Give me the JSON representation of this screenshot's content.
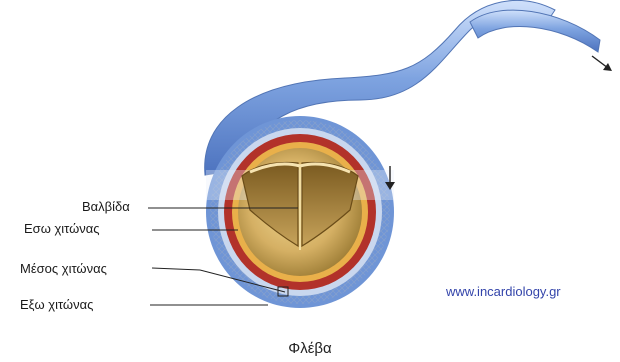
{
  "labels": {
    "valve": "Βαλβίδα",
    "intima": "Εσω χιτώνας",
    "media": "Μέσος χιτώνας",
    "adventitia": "Εξω χιτώνας"
  },
  "website": "www.incardiology.gr",
  "caption": "Φλέβα",
  "colors": {
    "vessel_blue": "#6f95d6",
    "vessel_light": "#a9c3ee",
    "media_red": "#b2322a",
    "valve_gold": "#c9a75a",
    "label_text": "#1a1a1a",
    "website_text": "#3344aa"
  },
  "icons": [
    "flow-arrow-icon",
    "flow-arrow-icon"
  ]
}
